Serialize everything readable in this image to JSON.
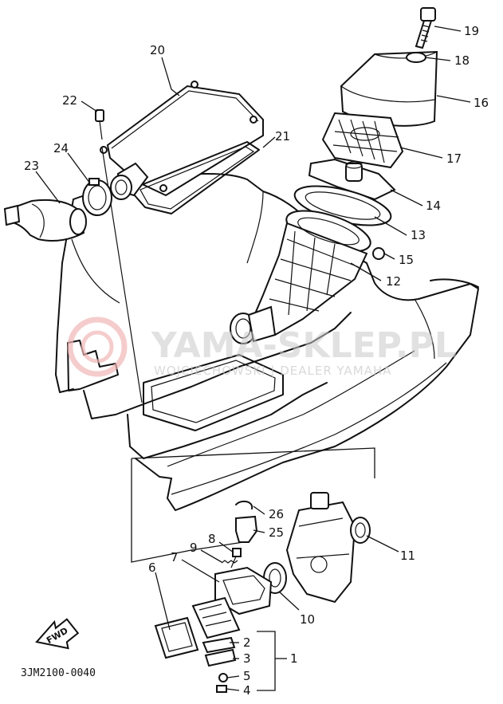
{
  "diagram_code": "3JM2100-0040",
  "watermark": {
    "main": "YAMA-SKLEP.PL",
    "sub": "WOJCIECHOWSKI | DEALER YAMAHA"
  },
  "direction_label": "FWD",
  "callouts": [
    "1",
    "2",
    "3",
    "4",
    "5",
    "6",
    "7",
    "8",
    "9",
    "10",
    "11",
    "12",
    "13",
    "14",
    "15",
    "16",
    "17",
    "18",
    "19",
    "20",
    "21",
    "22",
    "23",
    "24",
    "25",
    "26"
  ]
}
